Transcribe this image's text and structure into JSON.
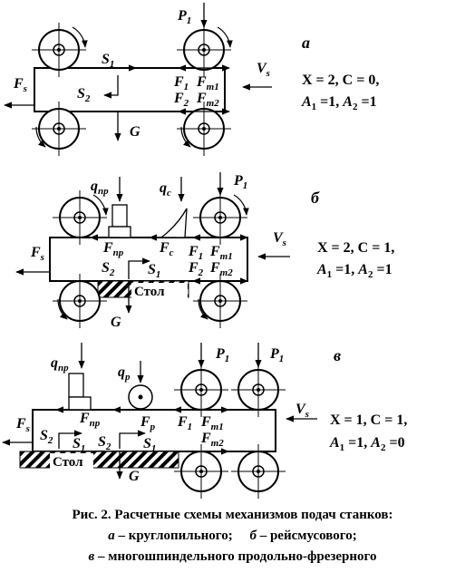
{
  "panel_a": {
    "tag": "а",
    "P1": "P",
    "P1_sub": "1",
    "S1": "S",
    "S1_sub": "1",
    "S2": "S",
    "S2_sub": "2",
    "Fs": "F",
    "Fs_sub": "s",
    "Vs": "V",
    "Vs_sub": "s",
    "F1": "F",
    "F1_sub": "1",
    "F2": "F",
    "F2_sub": "2",
    "Ft1": "F",
    "Ft1_sub": "т1",
    "Ft2": "F",
    "Ft2_sub": "т2",
    "G": "G",
    "eq1": "X = 2, C = 0,",
    "eq2_A1": "A",
    "eq2_A1_sub": "1",
    "eq2_mid": " =1, ",
    "eq2_A2": "A",
    "eq2_A2_sub": "2",
    "eq2_end": " =1"
  },
  "panel_b": {
    "tag": "б",
    "qpr": "q",
    "qpr_sub": "пр",
    "qc": "q",
    "qc_sub": "с",
    "P1": "P",
    "P1_sub": "1",
    "Fs": "F",
    "Fs_sub": "s",
    "Fpr": "F",
    "Fpr_sub": "пр",
    "Fc": "F",
    "Fc_sub": "с",
    "F1": "F",
    "F1_sub": "1",
    "F2": "F",
    "F2_sub": "2",
    "Ft1": "F",
    "Ft1_sub": "т1",
    "Ft2": "F",
    "Ft2_sub": "т2",
    "Vs": "V",
    "Vs_sub": "s",
    "S2": "S",
    "S2_sub": "2",
    "S1": "S",
    "S1_sub": "1",
    "stol": "Стол",
    "G": "G",
    "eq1": "X = 2, C = 1,",
    "eq2_A1": "A",
    "eq2_A1_sub": "1",
    "eq2_mid": " =1, ",
    "eq2_A2": "A",
    "eq2_A2_sub": "2",
    "eq2_end": " =1"
  },
  "panel_c": {
    "tag": "в",
    "qpr": "q",
    "qpr_sub": "пр",
    "qp": "q",
    "qp_sub": "р",
    "P1a": "P",
    "P1a_sub": "1",
    "P1b": "P",
    "P1b_sub": "1",
    "Fs": "F",
    "Fs_sub": "s",
    "Fpr": "F",
    "Fpr_sub": "пр",
    "Fp": "F",
    "Fp_sub": "р",
    "F1": "F",
    "F1_sub": "1",
    "Ft1": "F",
    "Ft1_sub": "т1",
    "Ft2": "F",
    "Ft2_sub": "т2",
    "Vs": "V",
    "Vs_sub": "s",
    "S2a": "S",
    "S2a_sub": "2",
    "S1a": "S",
    "S1a_sub": "1",
    "S2b": "S",
    "S2b_sub": "2",
    "S1b": "S",
    "S1b_sub": "1",
    "stol": "Стол",
    "G": "G",
    "eq1": "X = 1, C = 1,",
    "eq2_A1": "A",
    "eq2_A1_sub": "1",
    "eq2_mid": " =1, ",
    "eq2_A2": "A",
    "eq2_A2_sub": "2",
    "eq2_end": " =0"
  },
  "caption": {
    "line1": "Рис. 2. Расчетные схемы механизмов подач станков:",
    "line2_a": "а",
    "line2_a_text": " – круглопильного;",
    "line2_b": "б",
    "line2_b_text": " – рейсмусового;",
    "line3_c": "в",
    "line3_c_text": " – многошпиндельного продольно-фрезерного"
  }
}
